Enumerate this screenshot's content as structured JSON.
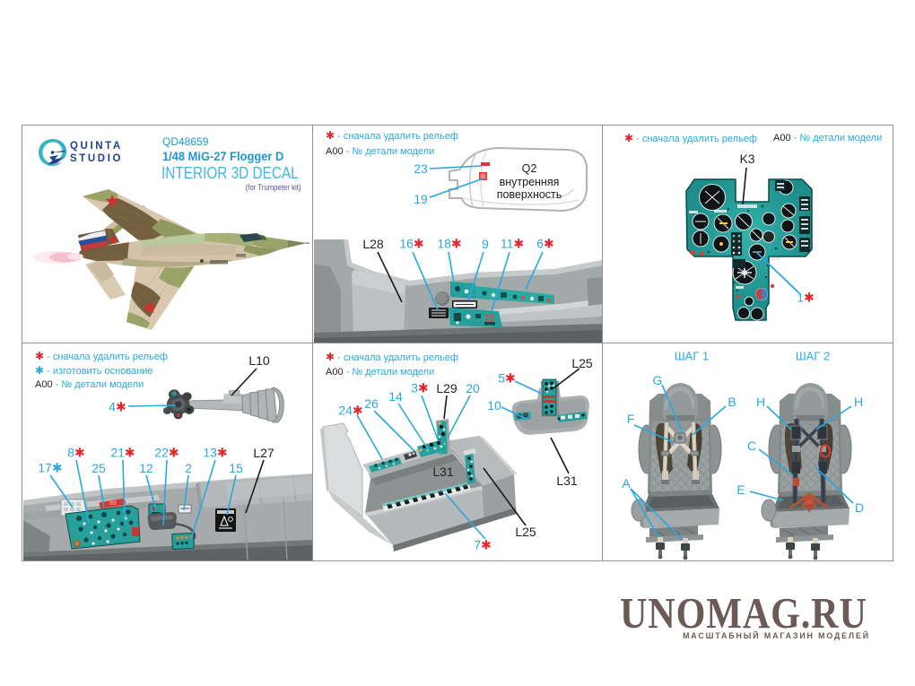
{
  "colors": {
    "accent_cyan": "#29a8e1",
    "accent_red": "#e8242b",
    "brand_navy": "#21418e",
    "product_blue": "#1e97d4",
    "subtitle_cyan": "#41b6e8",
    "kit_purple": "#5b4ea6",
    "logo_brown": "#6b5a57",
    "decal_teal": "#2aa49e",
    "part_gray": "#a7abac"
  },
  "glyphs": {
    "star": "✱"
  },
  "brand": {
    "logo_icon": "quinta-q-swirl",
    "name_line1": "QUINTA",
    "name_line2": "STUDIO",
    "product_code": "QD48659",
    "product_title": "1/48 MiG-27 Flogger D",
    "product_subtitle": "INTERIOR 3D DECAL",
    "kit_note": "(for Trumpeter kit)"
  },
  "legend": {
    "remove_relief": "- сначала удалить рельеф",
    "make_base": "- изготовить основание",
    "part_code": "A00",
    "part_number_note": "- № детали модели"
  },
  "cells": {
    "canopy": {
      "canopy_text_line1": "Q2",
      "canopy_text_line2": "внутренняя",
      "canopy_text_line3": "поверхность",
      "callout_23": "23",
      "callout_19": "19",
      "part_label": "L28",
      "callout_16": "16",
      "callout_18": "18",
      "callout_9": "9",
      "callout_11": "11",
      "callout_6": "6"
    },
    "panel": {
      "part_label": "K3",
      "callout_1": "1"
    },
    "stick": {
      "part_label_stick": "L10",
      "callout_4": "4",
      "part_label_console": "L27",
      "callout_17": "17",
      "callout_8": "8",
      "callout_25": "25",
      "callout_21": "21",
      "callout_12": "12",
      "callout_22": "22",
      "callout_2": "2",
      "callout_13": "13",
      "callout_15": "15"
    },
    "tub": {
      "callout_24": "24",
      "callout_26": "26",
      "callout_14": "14",
      "callout_3": "3",
      "part_label_l29": "L29",
      "callout_20": "20",
      "part_label_l31_main": "L31",
      "callout_7": "7",
      "part_label_l25_main": "L25",
      "callout_5": "5",
      "part_label_l25_side": "L25",
      "callout_10": "10",
      "part_label_l31_side": "L31"
    },
    "seats": {
      "step1_header": "ШАГ 1",
      "step2_header": "ШАГ 2",
      "callout_g": "G",
      "callout_b": "B",
      "callout_f": "F",
      "callout_a": "A",
      "callout_h_left": "H",
      "callout_h_right": "H",
      "callout_c": "C",
      "callout_e": "E",
      "callout_d": "D"
    }
  },
  "footer_logo": {
    "title": "UNOMAG.RU",
    "subtitle": "МАСШТАБНЫЙ МАГАЗИН МОДЕЛЕЙ"
  }
}
